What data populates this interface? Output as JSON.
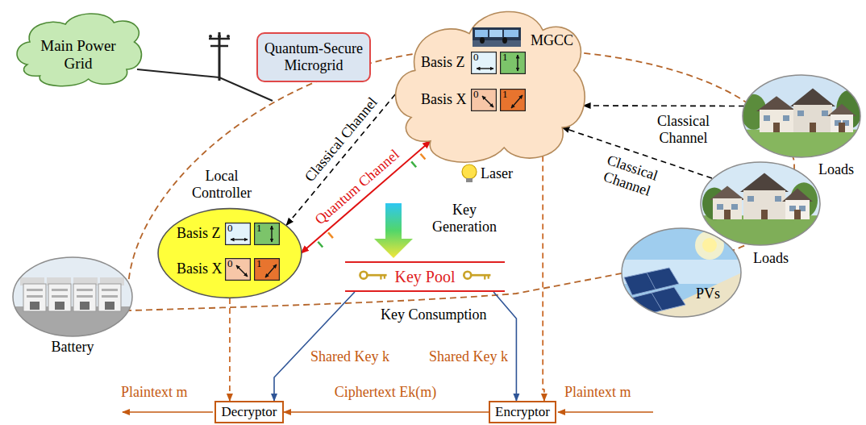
{
  "diagram": {
    "nodes": [
      {
        "text": [
          "Main Power Grid"
        ]
      },
      {
        "text": [
          "Quantum-Secure Microgrid"
        ]
      },
      {
        "text": [
          "MGCC",
          "Basis Z",
          "Basis X"
        ]
      },
      {
        "text": [
          "0"
        ],
        "in": 2
      },
      {
        "text": [
          "1"
        ],
        "in": 2
      },
      {
        "text": [
          "0"
        ],
        "in": 2
      },
      {
        "text": [
          "1"
        ],
        "in": 2
      },
      {
        "text": [
          "Loads"
        ]
      },
      {
        "text": [
          "Local Controller",
          "Basis Z",
          "Basis X"
        ]
      },
      {
        "text": [
          "0"
        ],
        "in": 8
      },
      {
        "text": [
          "1"
        ],
        "in": 8
      },
      {
        "text": [
          "0"
        ],
        "in": 8
      },
      {
        "text": [
          "1"
        ],
        "in": 8
      },
      {
        "text": [
          "Key Pool"
        ]
      },
      {
        "text": [
          "Loads"
        ]
      },
      {
        "text": [
          "Battery"
        ]
      },
      {
        "text": [
          "PVs"
        ]
      },
      {
        "text": [
          "Decryptor"
        ]
      },
      {
        "text": [
          "Encryptor"
        ]
      }
    ],
    "edges": [
      {
        "from": 8,
        "to": 2,
        "arrow": "both",
        "label": "Classical Channel"
      },
      {
        "from": 8,
        "to": 2,
        "arrow": "both",
        "label": "Quantum Channel"
      },
      {
        "from": 7,
        "to": 2,
        "arrow": "to",
        "label": "Classical Channel"
      },
      {
        "from": 14,
        "to": 2,
        "arrow": "to",
        "label": "Classical Channel"
      },
      {
        "from": 8,
        "to": 17,
        "arrow": "to"
      },
      {
        "from": 2,
        "to": 18,
        "arrow": "to"
      },
      {
        "from": 13,
        "to": 17,
        "arrow": "to",
        "label": "Shared Key k"
      },
      {
        "from": 13,
        "to": 18,
        "arrow": "to",
        "label": "Shared Key k"
      },
      {
        "from": 18,
        "to": 17,
        "arrow": "to",
        "label": "Ciphertext Ek(m)"
      }
    ],
    "labels": [
      "Laser",
      "Key Generation",
      "Key Consumption",
      "Plaintext m",
      "Plaintext m"
    ]
  }
}
